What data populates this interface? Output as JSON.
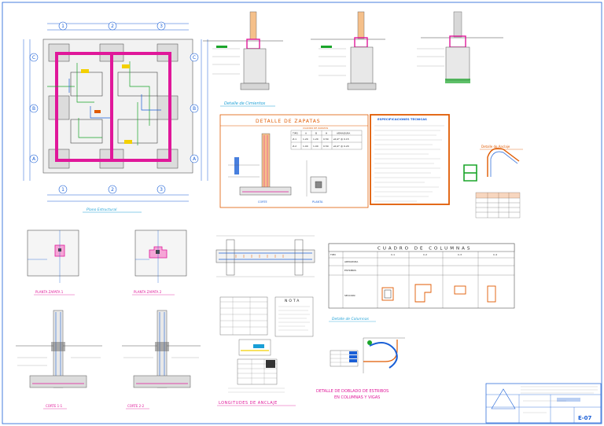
{
  "sheet": {
    "number": "E-07",
    "plan_title": "Plano Estructural",
    "spec_title": "ESPECIFICACIONES TECNICAS"
  },
  "titles": {
    "zapatas": "DETALLE DE ZAPATAS",
    "columnas_table": "CUADRO DE COLUMNAS",
    "nota": "NOTA",
    "longitudes": "LONGITUDES DE ANCLAJE",
    "doblado_line1": "DETALLE DE DOBLADO DE ESTRIBOS",
    "doblado_line2": "EN COLUMNAS Y VIGAS",
    "planta_zapata_1": "PLANTA ZAPATA 1",
    "planta_zapata_2": "PLANTA ZAPATA 2",
    "corte_1": "CORTE 1-1",
    "corte_2": "CORTE 2-2",
    "corte": "CORTE",
    "planta": "PLANTA",
    "detalle_cimientos": "Detalle de Cimientos",
    "detalle_anclaje": "Detalle de Anclaje",
    "detalle_columnas": "Detalle de Columnas",
    "cuadro_zapatas": "CUADRO DE ZAPATAS"
  },
  "grid_axes": {
    "numbers": [
      "1",
      "2",
      "3"
    ],
    "letters": [
      "C",
      "B",
      "A"
    ]
  },
  "zapata_table": {
    "headers": [
      "TIPO",
      "A",
      "B",
      "H",
      "ARMADURA"
    ],
    "rows": [
      [
        "Z-1",
        "1.20",
        "1.20",
        "0.50",
        "ø1/2\" @ 0.15"
      ],
      [
        "Z-2",
        "1.00",
        "1.00",
        "0.50",
        "ø1/2\" @ 0.20"
      ]
    ]
  },
  "columnas_table": {
    "headers": [
      "TIPO",
      "C-1",
      "C-2",
      "C-3",
      "C-4"
    ],
    "row_labels": [
      "SECCION",
      "ARMADURA",
      "ESTRIBOS"
    ]
  },
  "colors": {
    "magenta": "#e0189a",
    "orange": "#e05a00",
    "green": "#1aa52a",
    "blue": "#1a5fd6",
    "cyan": "#1a9fd6"
  }
}
